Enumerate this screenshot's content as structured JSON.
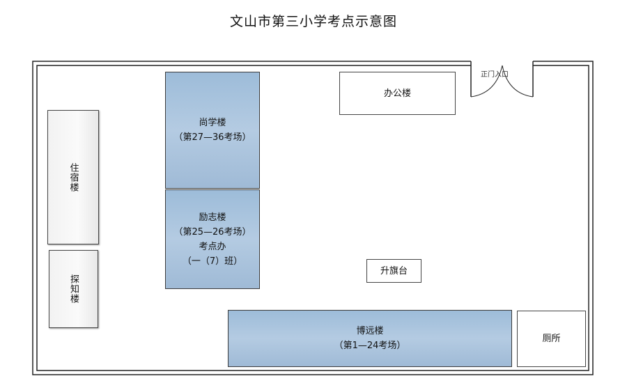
{
  "title": "文山市第三小学考点示意图",
  "entrance": "正门入口",
  "buildings": {
    "shangxue": {
      "name": "尚学楼",
      "detail": "（第27—36考场）"
    },
    "lizhi": {
      "name": "励志楼",
      "detail": "（第25—26考场）",
      "office": "考点办",
      "class": "（一（7）班）"
    },
    "bangong": {
      "name": "办公楼"
    },
    "zhusu": {
      "name": "住宿楼"
    },
    "tanzhi": {
      "name": "探知楼"
    },
    "shengqi": {
      "name": "升旗台"
    },
    "boyuan": {
      "name": "博远楼",
      "detail": "（第1—24考场）"
    },
    "cesuo": {
      "name": "厕所"
    }
  },
  "colors": {
    "building_blue": "#a9c3dd",
    "wall": "#222222"
  }
}
